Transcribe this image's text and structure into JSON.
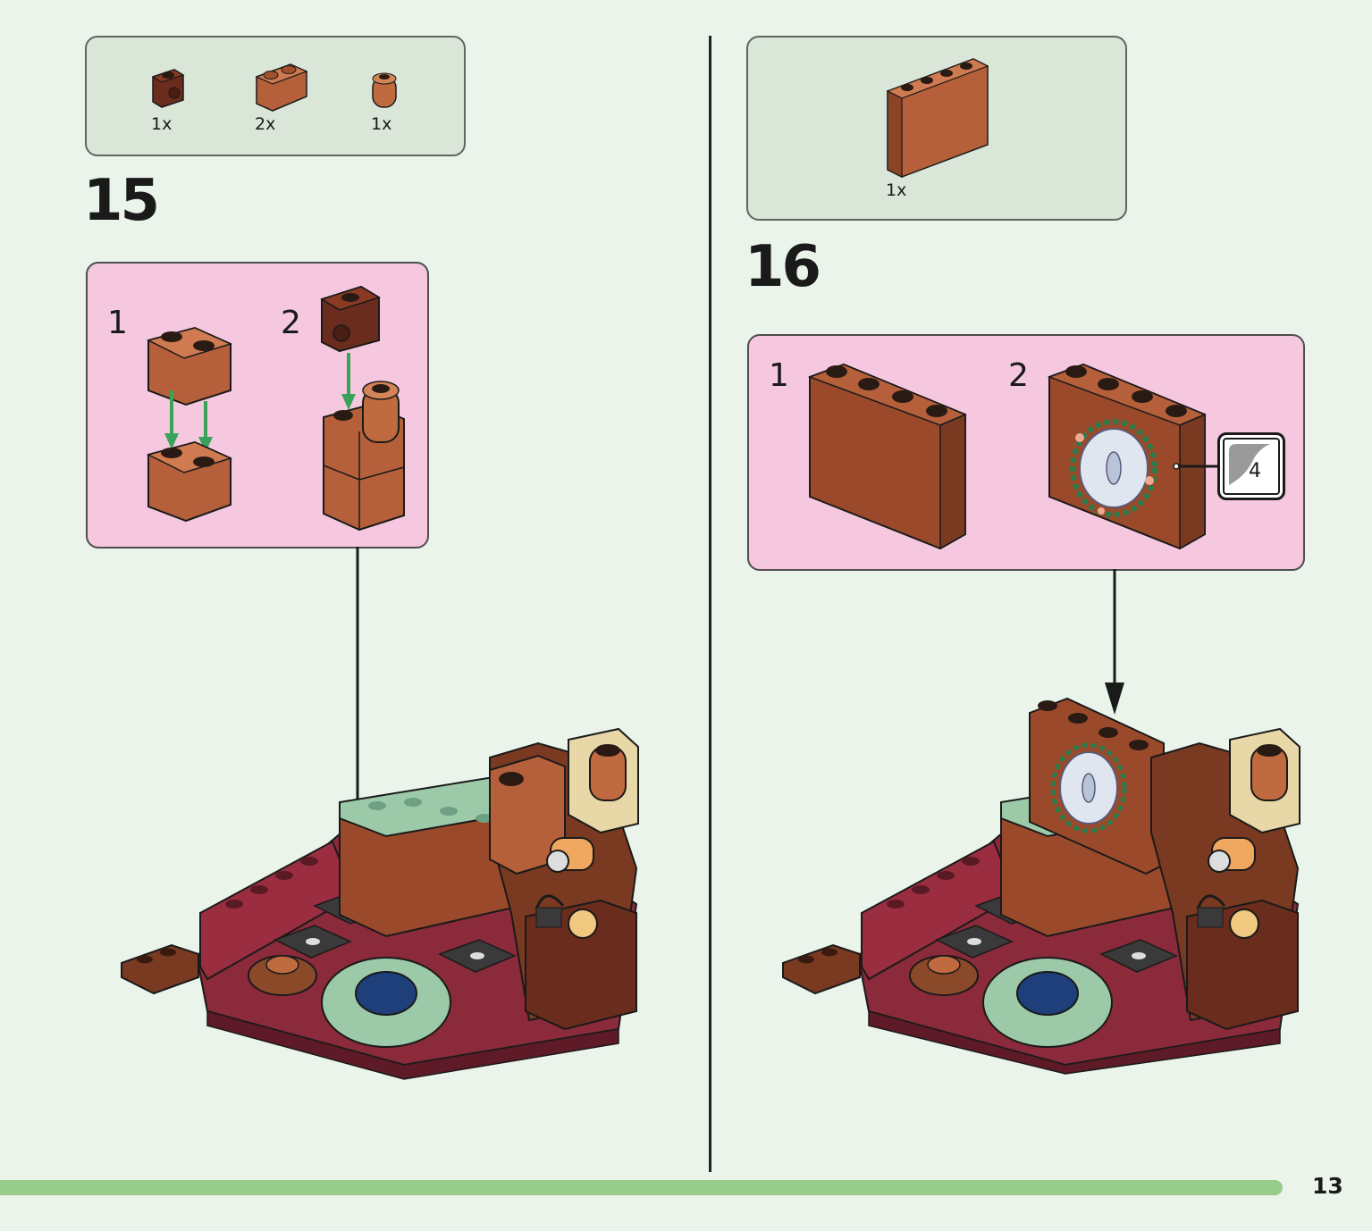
{
  "page": {
    "number": "13",
    "colors": {
      "background": "#eaf4ea",
      "parts_box": "#d9e6d8",
      "sub_assembly": "#f6c8df",
      "progress_bar": "#98cc8a",
      "arrow_green": "#3aa35a",
      "brick_orange_brown": "#b5603a",
      "brick_dark_brown": "#6a2c1c",
      "plate_dark_red": "#8a2a3a",
      "sand_green": "#9cc9a8"
    }
  },
  "steps": [
    {
      "number": "15",
      "parts": [
        {
          "qty": "1x",
          "icon": "dark-brown-bracket-1x1-icon"
        },
        {
          "qty": "2x",
          "icon": "brown-brick-1x2-round-icon"
        },
        {
          "qty": "1x",
          "icon": "brown-round-brick-1x1-icon"
        }
      ],
      "sub_steps": [
        "1",
        "2"
      ]
    },
    {
      "number": "16",
      "parts": [
        {
          "qty": "1x",
          "icon": "brown-panel-1x4x3-icon"
        }
      ],
      "sub_steps": [
        "1",
        "2"
      ],
      "sticker": "4"
    }
  ]
}
